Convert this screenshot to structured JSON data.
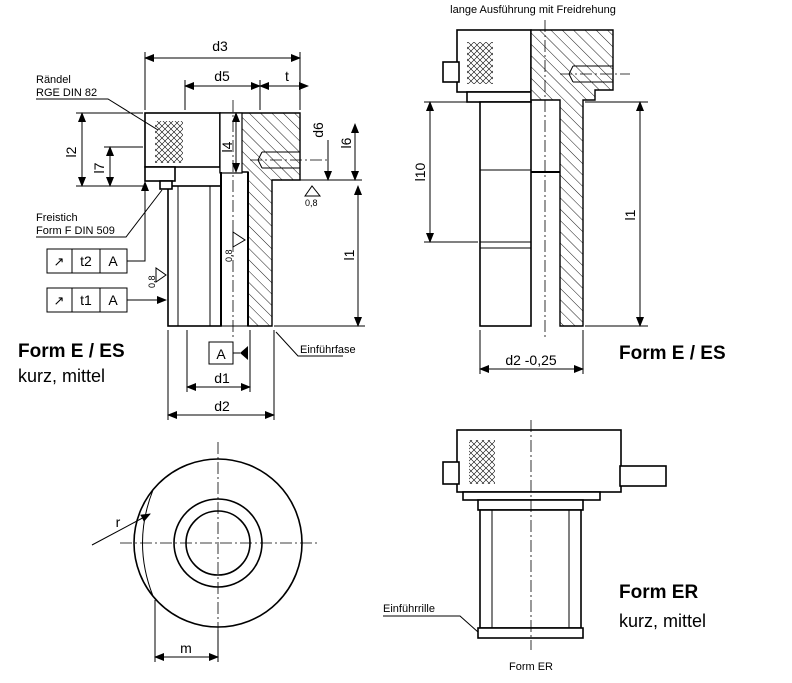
{
  "top_right_caption": "lange Ausführung mit Freidrehung",
  "left_view": {
    "dims": {
      "d3": "d3",
      "d5": "d5",
      "t": "t",
      "l2": "l2",
      "l7": "l7",
      "l4": "l4",
      "d6": "d6",
      "l6": "l6",
      "l1": "l1",
      "d1": "d1",
      "d2": "d2"
    },
    "label_raendel": [
      "Rändel",
      "RGE  DIN 82"
    ],
    "label_freistich": [
      "Freistich",
      "Form F DIN 509"
    ],
    "label_einfuehrfase": "Einführfase",
    "roughness": "0,8",
    "datum": "A",
    "tol_row1": {
      "symbol": "↗",
      "tol": "t2",
      "datum": "A"
    },
    "tol_row2": {
      "symbol": "↗",
      "tol": "t1",
      "datum": "A"
    },
    "form_title": "Form E / ES",
    "form_sub": "kurz, mittel"
  },
  "right_view": {
    "dims": {
      "l10": "l10",
      "l1": "l1",
      "d2": "d2 -0,25"
    },
    "form_title": "Form E / ES"
  },
  "bottom_left": {
    "r": "r",
    "m": "m"
  },
  "bottom_right": {
    "label_rille": "Einführrille",
    "form_title": "Form ER",
    "form_sub": "kurz, mittel",
    "caption": "Form ER"
  }
}
